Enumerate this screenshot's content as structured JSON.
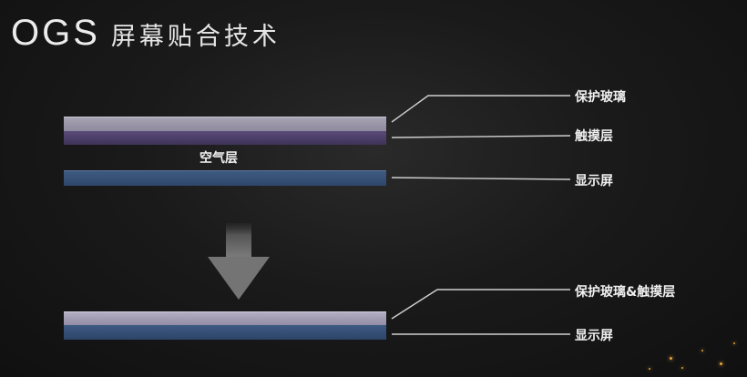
{
  "title": {
    "latin": "OGS",
    "cjk": "屏幕贴合技术"
  },
  "top_diagram": {
    "air_gap_label": "空气层",
    "labels": {
      "protective_glass": "保护玻璃",
      "touch_layer": "触摸层",
      "display": "显示屏"
    }
  },
  "bottom_diagram": {
    "labels": {
      "combined": "保护玻璃&触摸层",
      "display": "显示屏"
    }
  },
  "colors": {
    "background": "#141414",
    "glass": "#9c98ab",
    "touch": "#4a3d66",
    "display": "#36507a",
    "arrow": "#6e6e6e",
    "leader_line": "#cfcfcf"
  }
}
